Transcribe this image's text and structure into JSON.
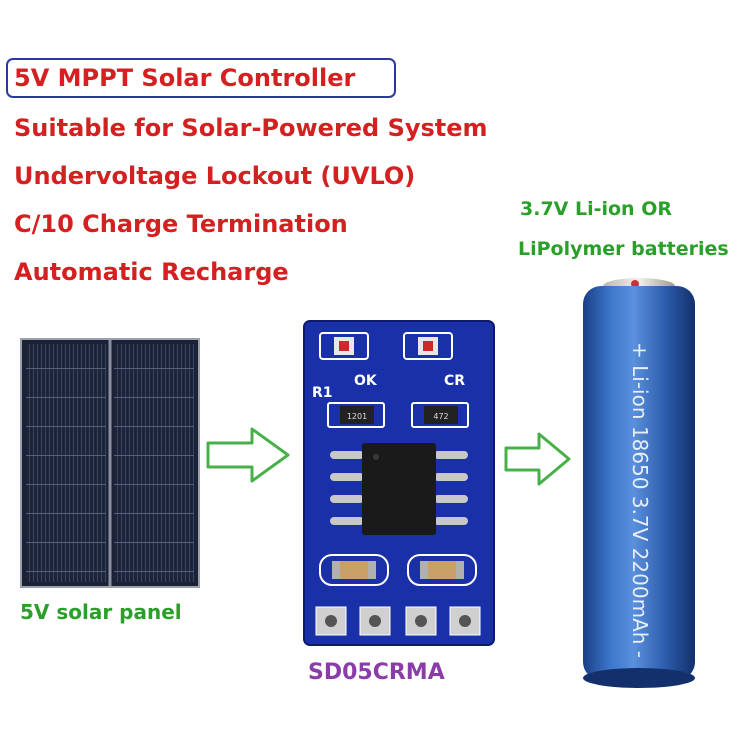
{
  "features": {
    "title": "5V MPPT Solar Controller",
    "items": [
      "Suitable for Solar-Powered System",
      "Undervoltage Lockout (UVLO)",
      "C/10 Charge Termination",
      "Automatic Recharge"
    ]
  },
  "battery_label": {
    "line1": "3.7V Li-ion OR",
    "line2": "LiPolymer batteries"
  },
  "solar_panel_label": "5V solar panel",
  "module": {
    "name": "SD05CRMA",
    "silkscreen_ok": "OK",
    "silkscreen_cr": "CR",
    "silkscreen_r1": "R1",
    "resistor1_code": "1201",
    "resistor2_code": "472"
  },
  "battery": {
    "print": "+ Li-ion 18650 3.7V 2200mAh -"
  },
  "colors": {
    "feature_red": "#d42020",
    "label_green": "#2aa02a",
    "module_purple": "#8a3da8",
    "pcb_blue": "#1a30a8",
    "battery_blue": "#2c64b8",
    "arrow_green": "#48b048"
  }
}
